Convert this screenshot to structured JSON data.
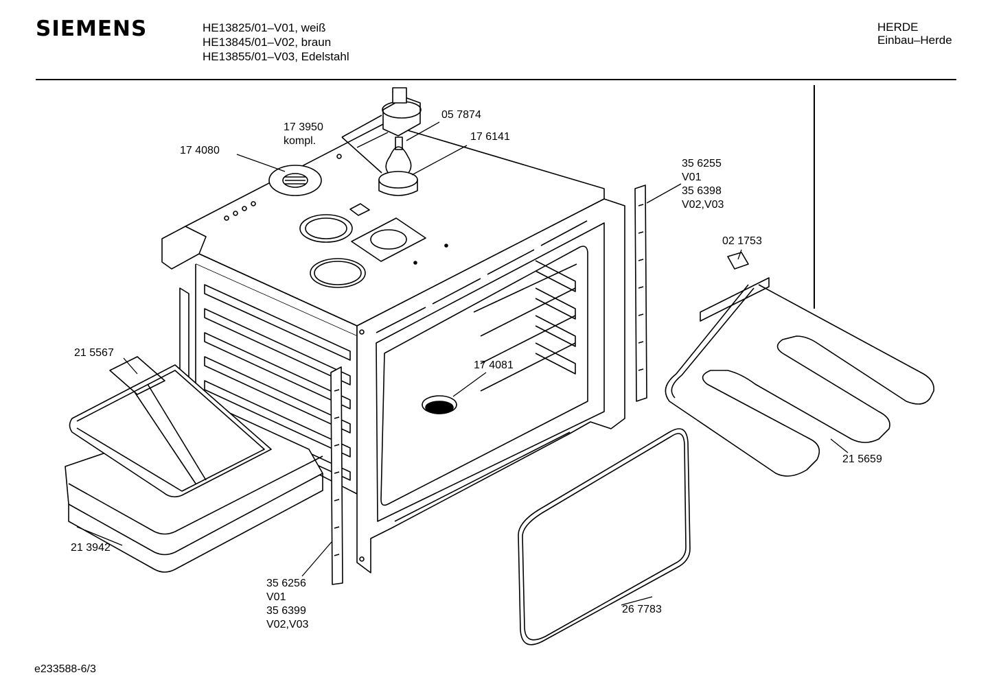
{
  "header": {
    "brand": "SIEMENS",
    "models": [
      "HE13825/01–V01, weiß",
      "HE13845/01–V02, braun",
      "HE13855/01–V03, Edelstahl"
    ],
    "category": [
      "HERDE",
      "Einbau–Herde"
    ]
  },
  "parts": [
    {
      "id": "p1",
      "lines": [
        "17 3950",
        "kompl."
      ]
    },
    {
      "id": "p2",
      "lines": [
        "05 7874"
      ]
    },
    {
      "id": "p3",
      "lines": [
        "17 6141"
      ]
    },
    {
      "id": "p4",
      "lines": [
        "17 4080"
      ]
    },
    {
      "id": "p5",
      "lines": [
        "35 6255",
        "V01",
        "35 6398",
        "V02,V03"
      ]
    },
    {
      "id": "p6",
      "lines": [
        "02 1753"
      ]
    },
    {
      "id": "p7",
      "lines": [
        "21 5567"
      ]
    },
    {
      "id": "p8",
      "lines": [
        "17 4081"
      ]
    },
    {
      "id": "p9",
      "lines": [
        "21 5659"
      ]
    },
    {
      "id": "p10",
      "lines": [
        "21 3942"
      ]
    },
    {
      "id": "p11",
      "lines": [
        "35 6256",
        "V01",
        "35 6399",
        "V02,V03"
      ]
    },
    {
      "id": "p12",
      "lines": [
        "26 7783"
      ]
    }
  ],
  "footer": {
    "code": "e233588-6/3"
  },
  "colors": {
    "ink": "#000000",
    "paper": "#ffffff"
  }
}
